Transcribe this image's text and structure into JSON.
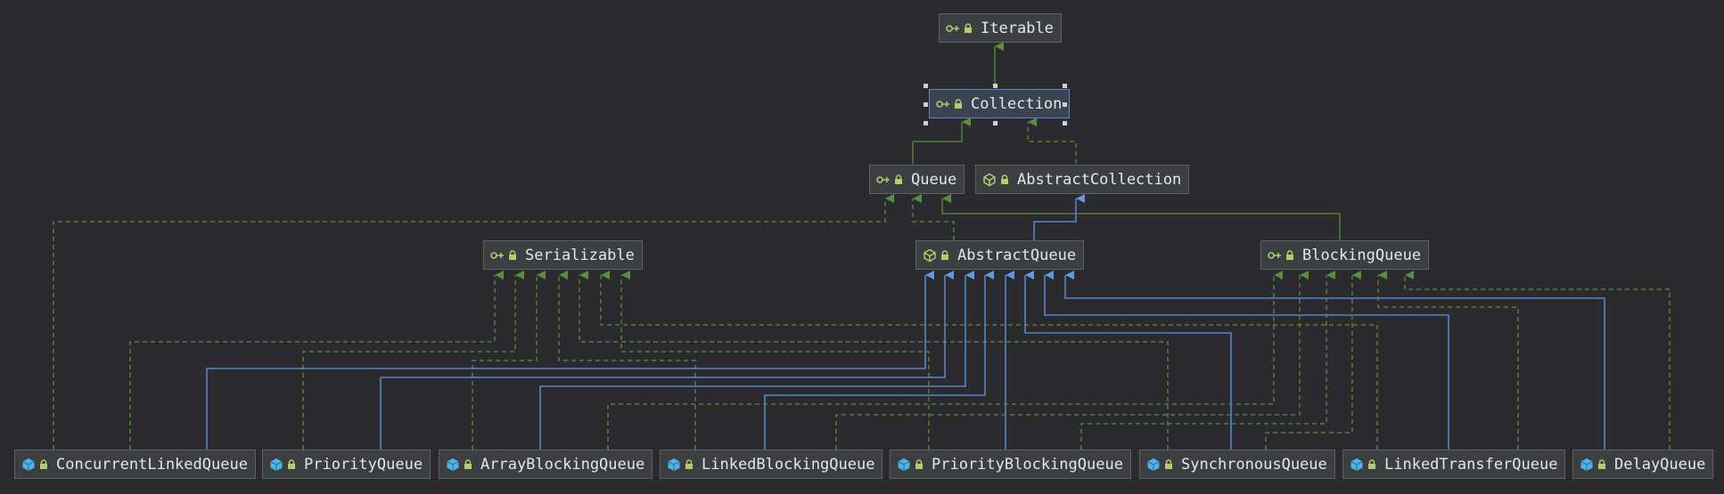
{
  "nodes": {
    "iterable": {
      "label": "Iterable",
      "kind": "interface"
    },
    "collection": {
      "label": "Collection",
      "kind": "interface"
    },
    "queue": {
      "label": "Queue",
      "kind": "interface"
    },
    "abstract_collection": {
      "label": "AbstractCollection",
      "kind": "abstract-class"
    },
    "serializable": {
      "label": "Serializable",
      "kind": "interface"
    },
    "abstract_queue": {
      "label": "AbstractQueue",
      "kind": "abstract-class"
    },
    "blocking_queue": {
      "label": "BlockingQueue",
      "kind": "interface"
    },
    "concurrent_linked_queue": {
      "label": "ConcurrentLinkedQueue",
      "kind": "class"
    },
    "priority_queue": {
      "label": "PriorityQueue",
      "kind": "class"
    },
    "array_blocking_queue": {
      "label": "ArrayBlockingQueue",
      "kind": "class"
    },
    "linked_blocking_queue": {
      "label": "LinkedBlockingQueue",
      "kind": "class"
    },
    "priority_blocking_queue": {
      "label": "PriorityBlockingQueue",
      "kind": "class"
    },
    "synchronous_queue": {
      "label": "SynchronousQueue",
      "kind": "class"
    },
    "linked_transfer_queue": {
      "label": "LinkedTransferQueue",
      "kind": "class"
    },
    "delay_queue": {
      "label": "DelayQueue",
      "kind": "class"
    }
  },
  "selected": "collection",
  "colors": {
    "background": "#2b2a2e",
    "node_fill": "#3c3f41",
    "node_border": "#5e6165",
    "selected_border": "#5d86c4",
    "extends_edge": "#5f99e6",
    "implements_edge": "#5a8d3e",
    "interface_icon": "#a8d06f",
    "class_icon": "#4fb3e8",
    "abstract_icon": "#b8c96a",
    "lock_icon": "#b6cc6a"
  },
  "icons": {
    "interface": "interface-icon",
    "abstract-class": "abstract-class-icon",
    "class": "class-icon",
    "lock": "lock-icon"
  }
}
